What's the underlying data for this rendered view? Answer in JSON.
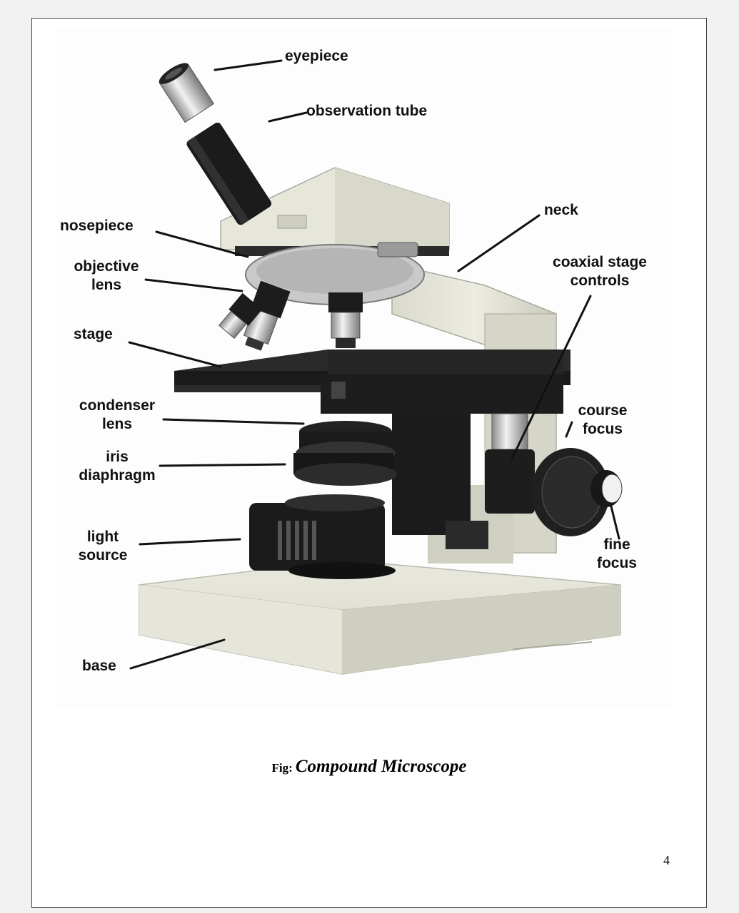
{
  "figure": {
    "labels": {
      "eyepiece": "eyepiece",
      "observation_tube": "observation tube",
      "neck": "neck",
      "nosepiece": "nosepiece",
      "objective_lens": [
        "objective",
        "lens"
      ],
      "coaxial_stage_controls": [
        "coaxial stage",
        "controls"
      ],
      "stage": "stage",
      "condenser_lens": [
        "condenser",
        "lens"
      ],
      "course_focus": [
        "course",
        "focus"
      ],
      "iris_diaphragm": [
        "iris",
        "diaphragm"
      ],
      "light_source": [
        "light",
        "source"
      ],
      "fine_focus": [
        "fine",
        "focus"
      ],
      "base": "base"
    },
    "caption": {
      "prefix": "Fig:",
      "title": "Compound Microscope"
    }
  },
  "page_number": "4"
}
